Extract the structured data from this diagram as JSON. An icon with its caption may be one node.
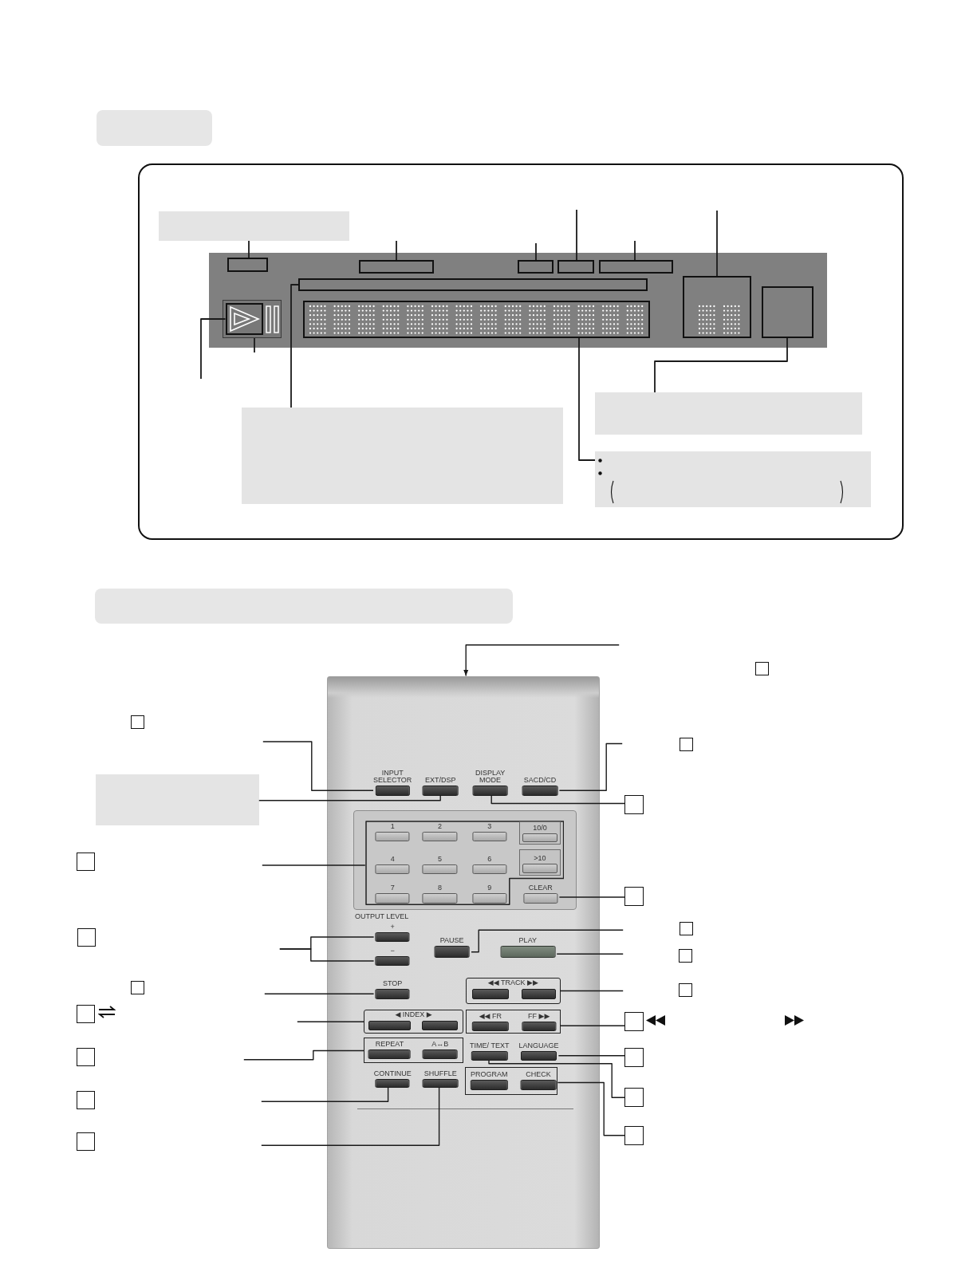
{
  "diagram": {
    "nodes": [
      {
        "text": [],
        "shape": "box"
      },
      {
        "text": [],
        "shape": "box"
      },
      {
        "text": [],
        "shape": "box",
        "in": 1
      },
      {
        "text": [],
        "shape": "box",
        "in": 1
      },
      {
        "text": [],
        "shape": "box",
        "in": 3
      },
      {
        "text": [],
        "shape": "box",
        "in": 3
      },
      {
        "text": [],
        "shape": "box",
        "in": 3
      },
      {
        "text": [],
        "shape": "box",
        "in": 3
      },
      {
        "text": [],
        "shape": "box",
        "in": 3
      },
      {
        "text": [],
        "shape": "box",
        "in": 3
      },
      {
        "text": [],
        "shape": "box",
        "in": 3
      },
      {
        "text": [],
        "shape": "box",
        "in": 10
      },
      {
        "text": [],
        "shape": "box",
        "in": 3
      },
      {
        "text": [],
        "shape": "box",
        "in": 3
      },
      {
        "text": [],
        "shape": "box",
        "in": 3
      },
      {
        "text": [],
        "shape": "box",
        "in": 1
      },
      {
        "text": [],
        "shape": "box",
        "in": 1
      },
      {
        "text": [],
        "shape": "box",
        "in": 1
      },
      {
        "text": [],
        "shape": "box"
      },
      {
        "text": [],
        "shape": "picture"
      },
      {
        "text": [
          "INPUT SELECTOR"
        ],
        "in": 19
      },
      {
        "text": [
          "EXT/DSP"
        ],
        "in": 19
      },
      {
        "text": [
          "DISPLAY MODE"
        ],
        "in": 19
      },
      {
        "text": [
          "SACD/CD"
        ],
        "in": 19
      },
      {
        "text": [],
        "shape": "box",
        "in": 19
      },
      {
        "text": [
          "1"
        ],
        "in": 24
      },
      {
        "text": [
          "2"
        ],
        "in": 24
      },
      {
        "text": [
          "3"
        ],
        "in": 24
      },
      {
        "text": [
          "4"
        ],
        "in": 24
      },
      {
        "text": [
          "5"
        ],
        "in": 24
      },
      {
        "text": [
          "6"
        ],
        "in": 24
      },
      {
        "text": [
          "7"
        ],
        "in": 24
      },
      {
        "text": [
          "8"
        ],
        "in": 24
      },
      {
        "text": [
          "9"
        ],
        "in": 24
      },
      {
        "text": [
          "10/0"
        ],
        "in": 24
      },
      {
        "text": [
          ">10"
        ],
        "in": 24
      },
      {
        "text": [
          "CLEAR"
        ],
        "in": 19
      },
      {
        "text": [
          "+"
        ],
        "in": 19
      },
      {
        "text": [
          "−"
        ],
        "in": 19
      },
      {
        "text": [
          "PAUSE"
        ],
        "in": 19
      },
      {
        "text": [
          "PLAY"
        ],
        "in": 19
      },
      {
        "text": [
          "STOP"
        ],
        "in": 19
      },
      {
        "text": [
          "◀◀ TRACK ▶▶"
        ],
        "in": 19
      },
      {
        "text": [],
        "shape": "box",
        "in": 42
      },
      {
        "text": [],
        "shape": "box",
        "in": 42
      },
      {
        "text": [
          "◀ INDEX ▶"
        ],
        "in": 19
      },
      {
        "text": [],
        "shape": "box",
        "in": 45
      },
      {
        "text": [],
        "shape": "box",
        "in": 45
      },
      {
        "text": [],
        "shape": "box",
        "in": 19
      },
      {
        "text": [
          "◀◀ FR"
        ],
        "in": 48
      },
      {
        "text": [
          "FF ▶▶"
        ],
        "in": 48
      },
      {
        "text": [],
        "shape": "box",
        "in": 19
      },
      {
        "text": [
          "REPEAT"
        ],
        "in": 51
      },
      {
        "text": [
          "A↔B"
        ],
        "in": 51
      },
      {
        "text": [
          "TIME/ TEXT"
        ],
        "in": 19
      },
      {
        "text": [
          "LANGUAGE"
        ],
        "in": 19
      },
      {
        "text": [
          "CONTINUE"
        ],
        "in": 19
      },
      {
        "text": [
          "SHUFFLE"
        ],
        "in": 19
      },
      {
        "text": [],
        "shape": "box",
        "in": 19
      },
      {
        "text": [
          "PROGRAM"
        ],
        "in": 58
      },
      {
        "text": [
          "CHECK"
        ],
        "in": 58
      },
      {
        "text": [],
        "shape": "box"
      },
      {
        "text": [],
        "shape": "box"
      },
      {
        "text": [],
        "shape": "box"
      },
      {
        "text": [],
        "shape": "box"
      },
      {
        "text": [],
        "shape": "box"
      },
      {
        "text": [],
        "shape": "box"
      },
      {
        "text": [],
        "shape": "box"
      },
      {
        "text": [],
        "shape": "box"
      },
      {
        "text": [],
        "shape": "box"
      },
      {
        "text": [],
        "shape": "box"
      },
      {
        "text": [],
        "shape": "box"
      },
      {
        "text": [],
        "shape": "box"
      },
      {
        "text": [],
        "shape": "box"
      },
      {
        "text": [],
        "shape": "box"
      },
      {
        "text": [],
        "shape": "box"
      },
      {
        "text": [],
        "shape": "box"
      },
      {
        "text": [],
        "shape": "box"
      },
      {
        "text": [],
        "shape": "box"
      },
      {
        "text": [],
        "shape": "box"
      },
      {
        "text": [],
        "shape": "box"
      }
    ],
    "edges": [
      {
        "from": 2,
        "to": 4,
        "arrow": "none"
      },
      {
        "from": null,
        "to": 5,
        "arrow": "none"
      },
      {
        "from": null,
        "to": 6,
        "arrow": "none"
      },
      {
        "from": null,
        "to": 7,
        "arrow": "none"
      },
      {
        "from": null,
        "to": 8,
        "arrow": "none"
      },
      {
        "from": 9,
        "to": 15,
        "arrow": "none"
      },
      {
        "from": 12,
        "to": 17,
        "arrow": "none"
      },
      {
        "from": null,
        "to": 13,
        "arrow": "none"
      },
      {
        "from": 16,
        "to": 14,
        "arrow": "none"
      },
      {
        "from": null,
        "to": 11,
        "arrow": "none"
      },
      {
        "from": null,
        "to": 10,
        "arrow": "none"
      },
      {
        "from": null,
        "to": 19,
        "arrow": "to"
      },
      {
        "from": null,
        "to": 20,
        "arrow": "none"
      },
      {
        "from": 65,
        "to": 21,
        "arrow": "none"
      },
      {
        "from": null,
        "to": 23,
        "arrow": "none"
      },
      {
        "from": 22,
        "to": 64,
        "arrow": "none"
      },
      {
        "from": null,
        "to": 24,
        "arrow": "none"
      },
      {
        "from": 36,
        "to": 67,
        "arrow": "none"
      },
      {
        "from": null,
        "to": 37,
        "arrow": "none"
      },
      {
        "from": null,
        "to": 38,
        "arrow": "none"
      },
      {
        "from": null,
        "to": 39,
        "arrow": "none"
      },
      {
        "from": null,
        "to": 40,
        "arrow": "none"
      },
      {
        "from": null,
        "to": 41,
        "arrow": "none"
      },
      {
        "from": null,
        "to": 42,
        "arrow": "none"
      },
      {
        "from": null,
        "to": 45,
        "arrow": "none"
      },
      {
        "from": 48,
        "to": 74,
        "arrow": "none"
      },
      {
        "from": null,
        "to": 51,
        "arrow": "none"
      },
      {
        "from": 55,
        "to": 75,
        "arrow": "none"
      },
      {
        "from": 54,
        "to": 77,
        "arrow": "none"
      },
      {
        "from": 58,
        "to": 79,
        "arrow": "none"
      },
      {
        "from": null,
        "to": 56,
        "arrow": "none"
      },
      {
        "from": null,
        "to": 57,
        "arrow": "none"
      }
    ],
    "labels": [
      "OUTPUT LEVEL"
    ]
  }
}
